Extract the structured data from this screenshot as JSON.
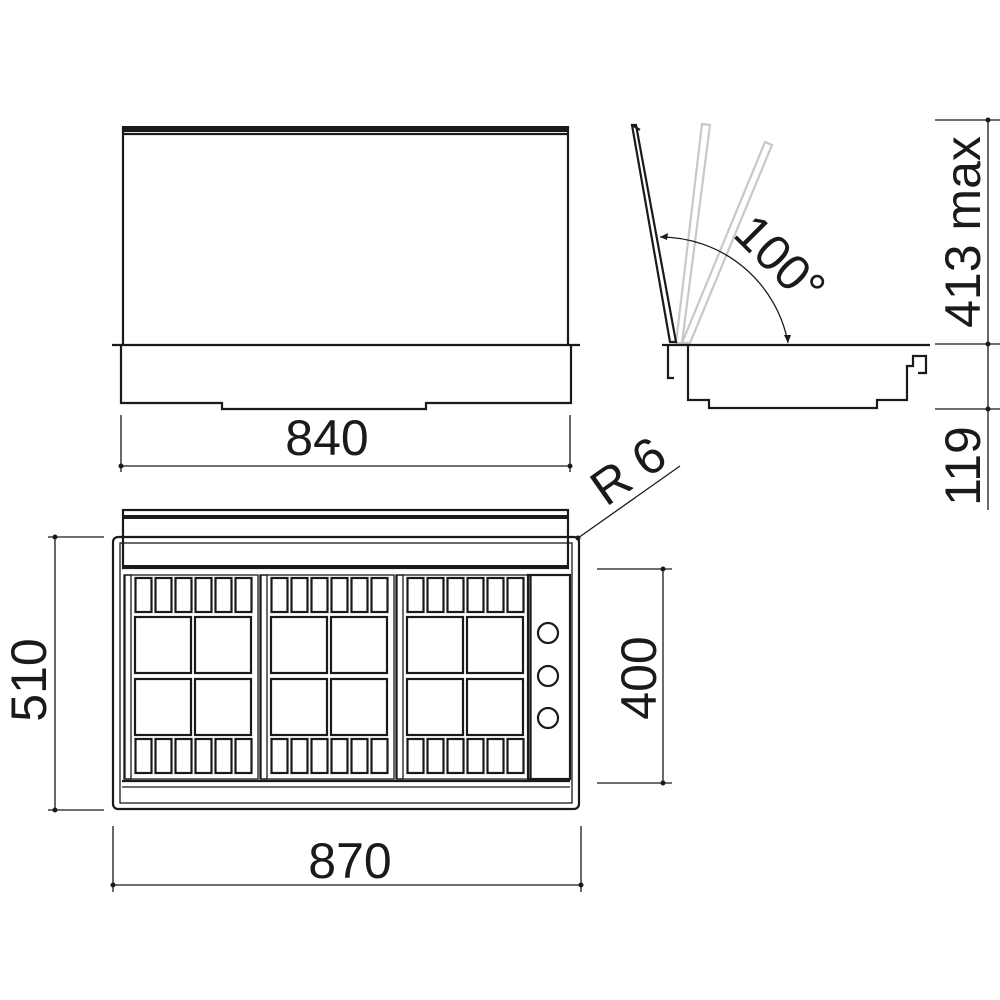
{
  "drawing": {
    "type": "technical dimension drawing",
    "subject": "built-in cooktop with hinged glass lid (3 burner zones + control panel)",
    "line_color": "#1a1a1a",
    "ghost_color": "#c8c8c8",
    "views": {
      "front": {
        "width_label": "840"
      },
      "side": {
        "angle_label": "100°",
        "lid_height_label": "413 max",
        "body_height_label": "119"
      },
      "plan": {
        "width_label": "870",
        "depth_label": "510",
        "inner_depth_label": "400",
        "radius_label": "R 6",
        "burner_zones": 3,
        "control_knobs": 3
      }
    }
  }
}
